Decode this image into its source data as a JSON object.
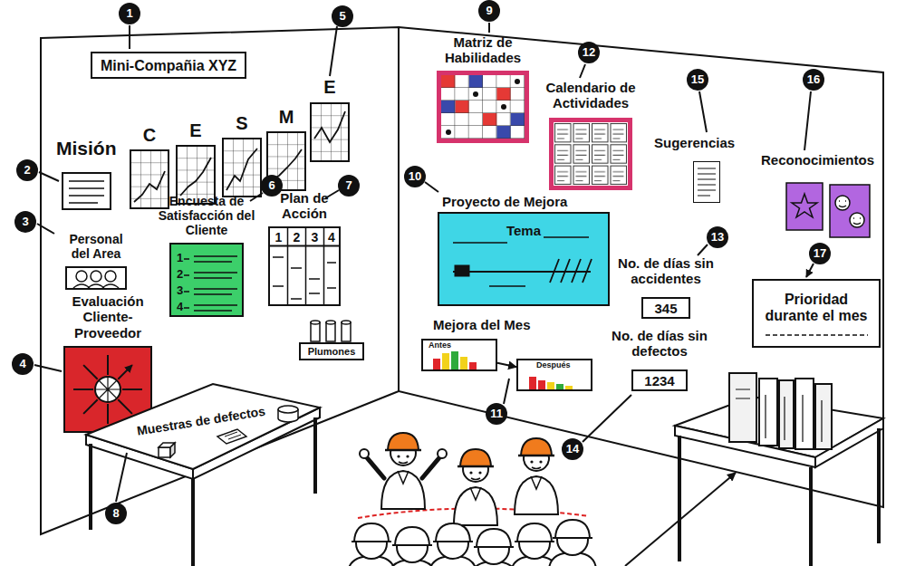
{
  "diagram": {
    "nodes": [
      {
        "text": [
          "Mini-Compañia XYZ"
        ]
      },
      {
        "text": [
          "Misión"
        ]
      },
      {
        "text": [
          "C"
        ]
      },
      {
        "text": [
          "E"
        ]
      },
      {
        "text": [
          "S"
        ]
      },
      {
        "text": [
          "M"
        ]
      },
      {
        "text": [
          "E"
        ]
      },
      {
        "text": [
          "Personal del Area"
        ]
      },
      {
        "text": [
          "Encuesta de Satisfacción del Cliente",
          "1",
          "2",
          "3",
          "4"
        ]
      },
      {
        "text": [
          "Plan de Acción",
          "1",
          "2",
          "3",
          "4"
        ]
      },
      {
        "text": [
          "Plumones"
        ]
      },
      {
        "text": [
          "Evaluación Cliente- Proveedor"
        ]
      },
      {
        "text": [
          "Muestras de defectos"
        ]
      },
      {
        "text": [
          "Matriz de Habilidades"
        ]
      },
      {
        "text": [
          "Calendario de Actividades"
        ]
      },
      {
        "text": [
          "Sugerencias"
        ]
      },
      {
        "text": [
          "Reconocimientos"
        ]
      },
      {
        "text": [
          "Proyecto de Mejora",
          "Tema"
        ]
      },
      {
        "text": [
          "No. de días sin accidentes",
          "345"
        ]
      },
      {
        "text": [
          "Prioridad durante el mes"
        ]
      },
      {
        "text": [
          "Antes"
        ]
      },
      {
        "text": [
          "Después"
        ]
      },
      {
        "text": [
          "No. de días sin defectos",
          "1234"
        ]
      }
    ],
    "edges": [
      {
        "from": 20,
        "to": 21,
        "arrow": "to"
      }
    ],
    "labels": [
      "1",
      "2",
      "3",
      "4",
      "5",
      "6",
      "7",
      "8",
      "9",
      "10",
      "11",
      "12",
      "13",
      "14",
      "15",
      "16",
      "17",
      "Mejora del Mes"
    ]
  }
}
